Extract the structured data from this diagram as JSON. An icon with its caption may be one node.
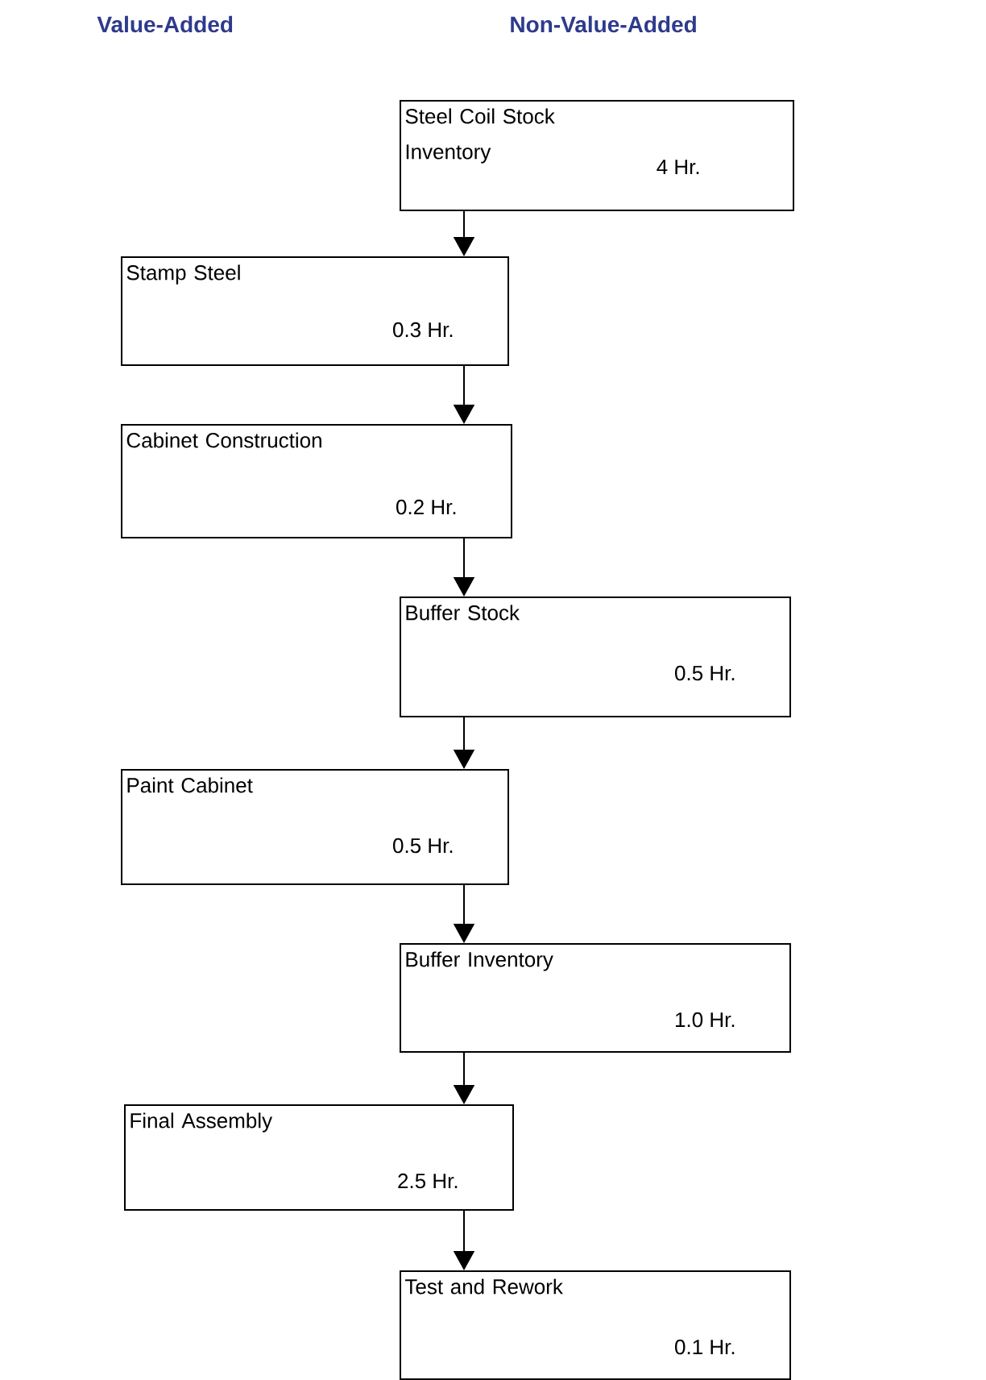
{
  "diagram": {
    "nodes": [
      {
        "text": [
          "Steel Coil Stock Inventory",
          "4 Hr."
        ]
      },
      {
        "text": [
          "Stamp Steel",
          "0.3 Hr."
        ]
      },
      {
        "text": [
          "Cabinet Construction",
          "0.2 Hr."
        ]
      },
      {
        "text": [
          "Buffer Stock",
          "0.5 Hr."
        ]
      },
      {
        "text": [
          "Paint Cabinet",
          "0.5 Hr."
        ]
      },
      {
        "text": [
          "Buffer Inventory",
          "1.0 Hr."
        ]
      },
      {
        "text": [
          "Final Assembly",
          "2.5 Hr."
        ]
      },
      {
        "text": [
          "Test and Rework",
          "0.1 Hr."
        ]
      }
    ],
    "edges": [
      {
        "from": 0,
        "to": 1,
        "arrow": "to"
      },
      {
        "from": 1,
        "to": 2,
        "arrow": "to"
      },
      {
        "from": 2,
        "to": 3,
        "arrow": "to"
      },
      {
        "from": 3,
        "to": 4,
        "arrow": "to"
      },
      {
        "from": 4,
        "to": 5,
        "arrow": "to"
      },
      {
        "from": 5,
        "to": 6,
        "arrow": "to"
      },
      {
        "from": 6,
        "to": 7,
        "arrow": "to"
      }
    ],
    "labels": [
      "Value-Added",
      "Non-Value-Added"
    ]
  }
}
